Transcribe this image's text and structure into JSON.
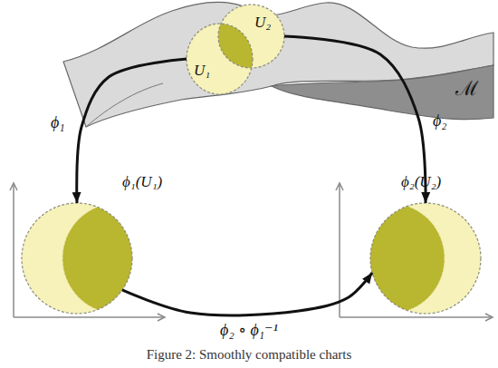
{
  "diagram": {
    "caption": "Figure 2: Smoothly compatible charts",
    "nodes": [
      {
        "text": [
          "ℳ"
        ]
      },
      {
        "text": [
          "U₁"
        ],
        "in": 0
      },
      {
        "text": [
          "U₂"
        ],
        "in": 0
      },
      {
        "text": [
          "ϕ₁(U₁)"
        ]
      },
      {
        "text": [
          "ϕ₂(U₂)"
        ]
      }
    ],
    "edges": [
      {
        "from": 1,
        "to": 3,
        "arrow": "to",
        "label": "ϕ₁"
      },
      {
        "from": 2,
        "to": 4,
        "arrow": "to",
        "label": "ϕ₂"
      },
      {
        "from": 3,
        "to": 4,
        "arrow": "to",
        "label": "ϕ₂ ∘ ϕ₁⁻¹"
      }
    ]
  }
}
